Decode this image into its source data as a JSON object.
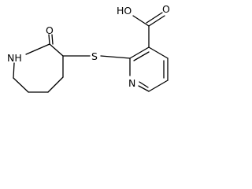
{
  "molecule": {
    "atoms": {
      "carbonyl_oxygen": "O",
      "lactam_nitrogen": "NH",
      "thioether_sulfur": "S",
      "pyridine_nitrogen": "N",
      "carboxylic_acid": "HO",
      "carboxyl_oxygen": "O"
    }
  }
}
